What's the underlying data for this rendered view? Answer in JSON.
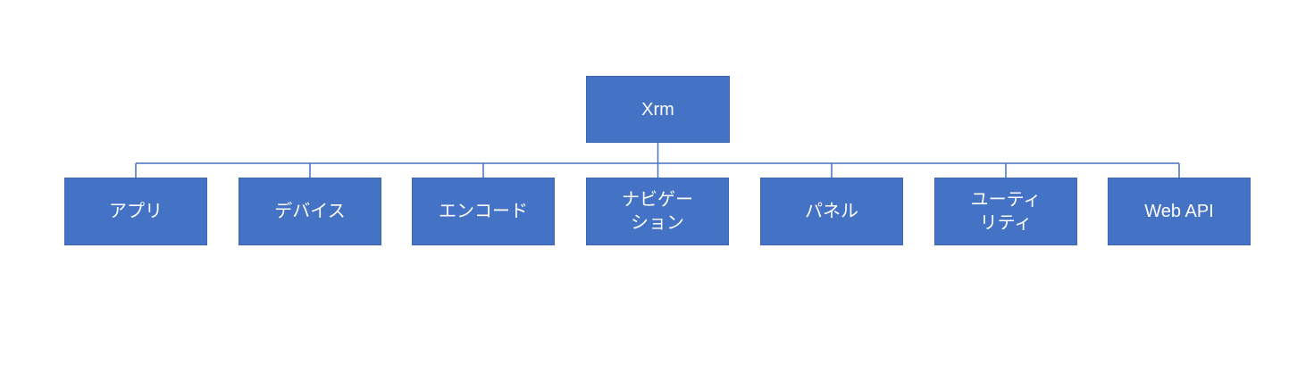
{
  "diagram": {
    "type": "org-chart",
    "root": {
      "label": "Xrm"
    },
    "children": [
      {
        "label": "アプリ"
      },
      {
        "label": "デバイス"
      },
      {
        "label": "エンコード"
      },
      {
        "label": "ナビゲー\nション"
      },
      {
        "label": "パネル"
      },
      {
        "label": "ユーティ\nリティ"
      },
      {
        "label": "Web API"
      }
    ],
    "colors": {
      "node_fill": "#4472C4",
      "node_text": "#FFFFFF",
      "connector": "#4472C4"
    }
  }
}
